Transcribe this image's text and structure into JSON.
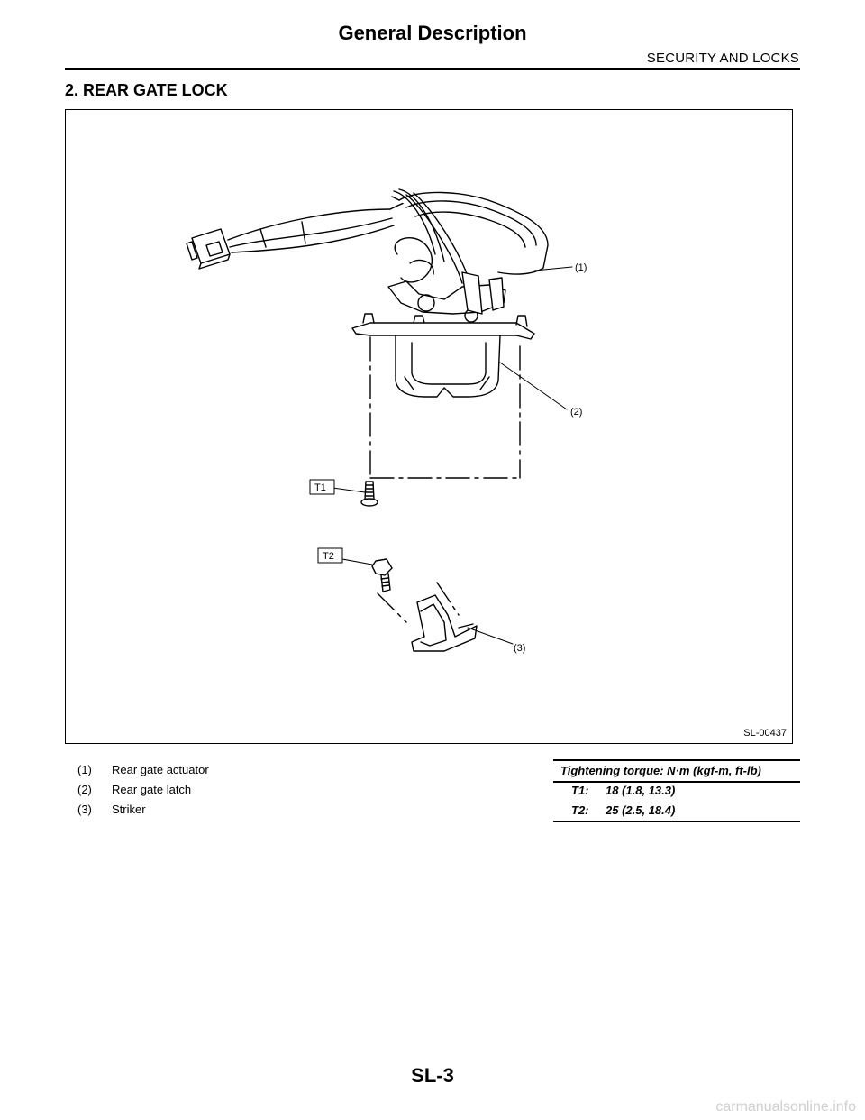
{
  "header": {
    "title": "General Description",
    "section": "SECURITY AND LOCKS"
  },
  "subsection": {
    "title": "2.  REAR GATE LOCK"
  },
  "figure": {
    "id": "SL-00437",
    "callouts": [
      "(1)",
      "(2)",
      "(3)"
    ],
    "torque_tags": [
      "T1",
      "T2"
    ]
  },
  "legend": {
    "items": [
      {
        "num": "(1)",
        "label": "Rear gate actuator"
      },
      {
        "num": "(2)",
        "label": "Rear gate latch"
      },
      {
        "num": "(3)",
        "label": "Striker"
      }
    ]
  },
  "torque": {
    "heading": "Tightening torque: N·m (kgf-m, ft-lb)",
    "rows": [
      {
        "tag": "T1:",
        "value": "18 (1.8, 13.3)"
      },
      {
        "tag": "T2:",
        "value": "25 (2.5, 18.4)"
      }
    ]
  },
  "footer": {
    "page_number": "SL-3",
    "watermark": "carmanualsonline.info"
  }
}
